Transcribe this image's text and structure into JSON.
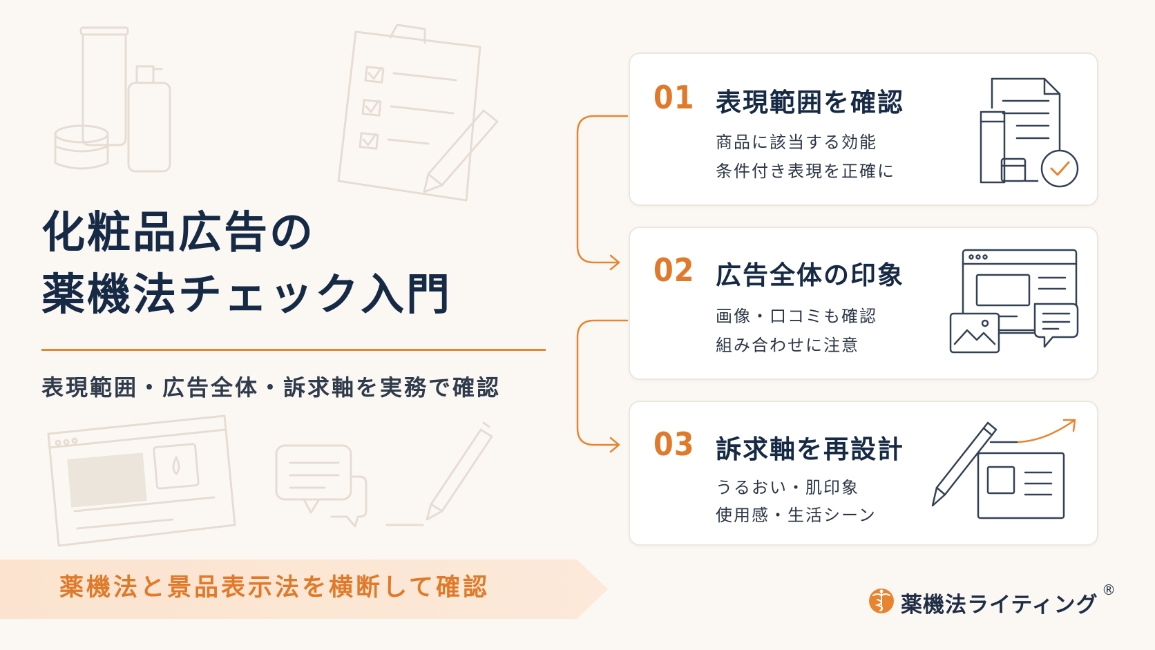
{
  "title": {
    "line1": "化粧品広告の",
    "line2": "薬機法チェック入門"
  },
  "subtitle": "表現範囲・広告全体・訴求軸を実務で確認",
  "banner": "薬機法と景品表示法を横断して確認",
  "cards": [
    {
      "number": "01",
      "title": "表現範囲を確認",
      "lines": [
        "商品に該当する効能",
        "条件付き表現を正確に"
      ],
      "icon": "document-cosmetics-check-icon"
    },
    {
      "number": "02",
      "title": "広告全体の印象",
      "lines": [
        "画像・口コミも確認",
        "組み合わせに注意"
      ],
      "icon": "browser-image-chat-icon"
    },
    {
      "number": "03",
      "title": "訴求軸を再設計",
      "lines": [
        "うるおい・肌印象",
        "使用感・生活シーン"
      ],
      "icon": "pen-chart-arrow-icon"
    }
  ],
  "brand": {
    "name": "薬機法ライティング",
    "registered": "®",
    "icon": "caduceus-icon"
  },
  "colors": {
    "accent": "#e07a2a",
    "navy": "#172a45",
    "background": "#fbf8f4",
    "decor": "#e6ddd2"
  }
}
